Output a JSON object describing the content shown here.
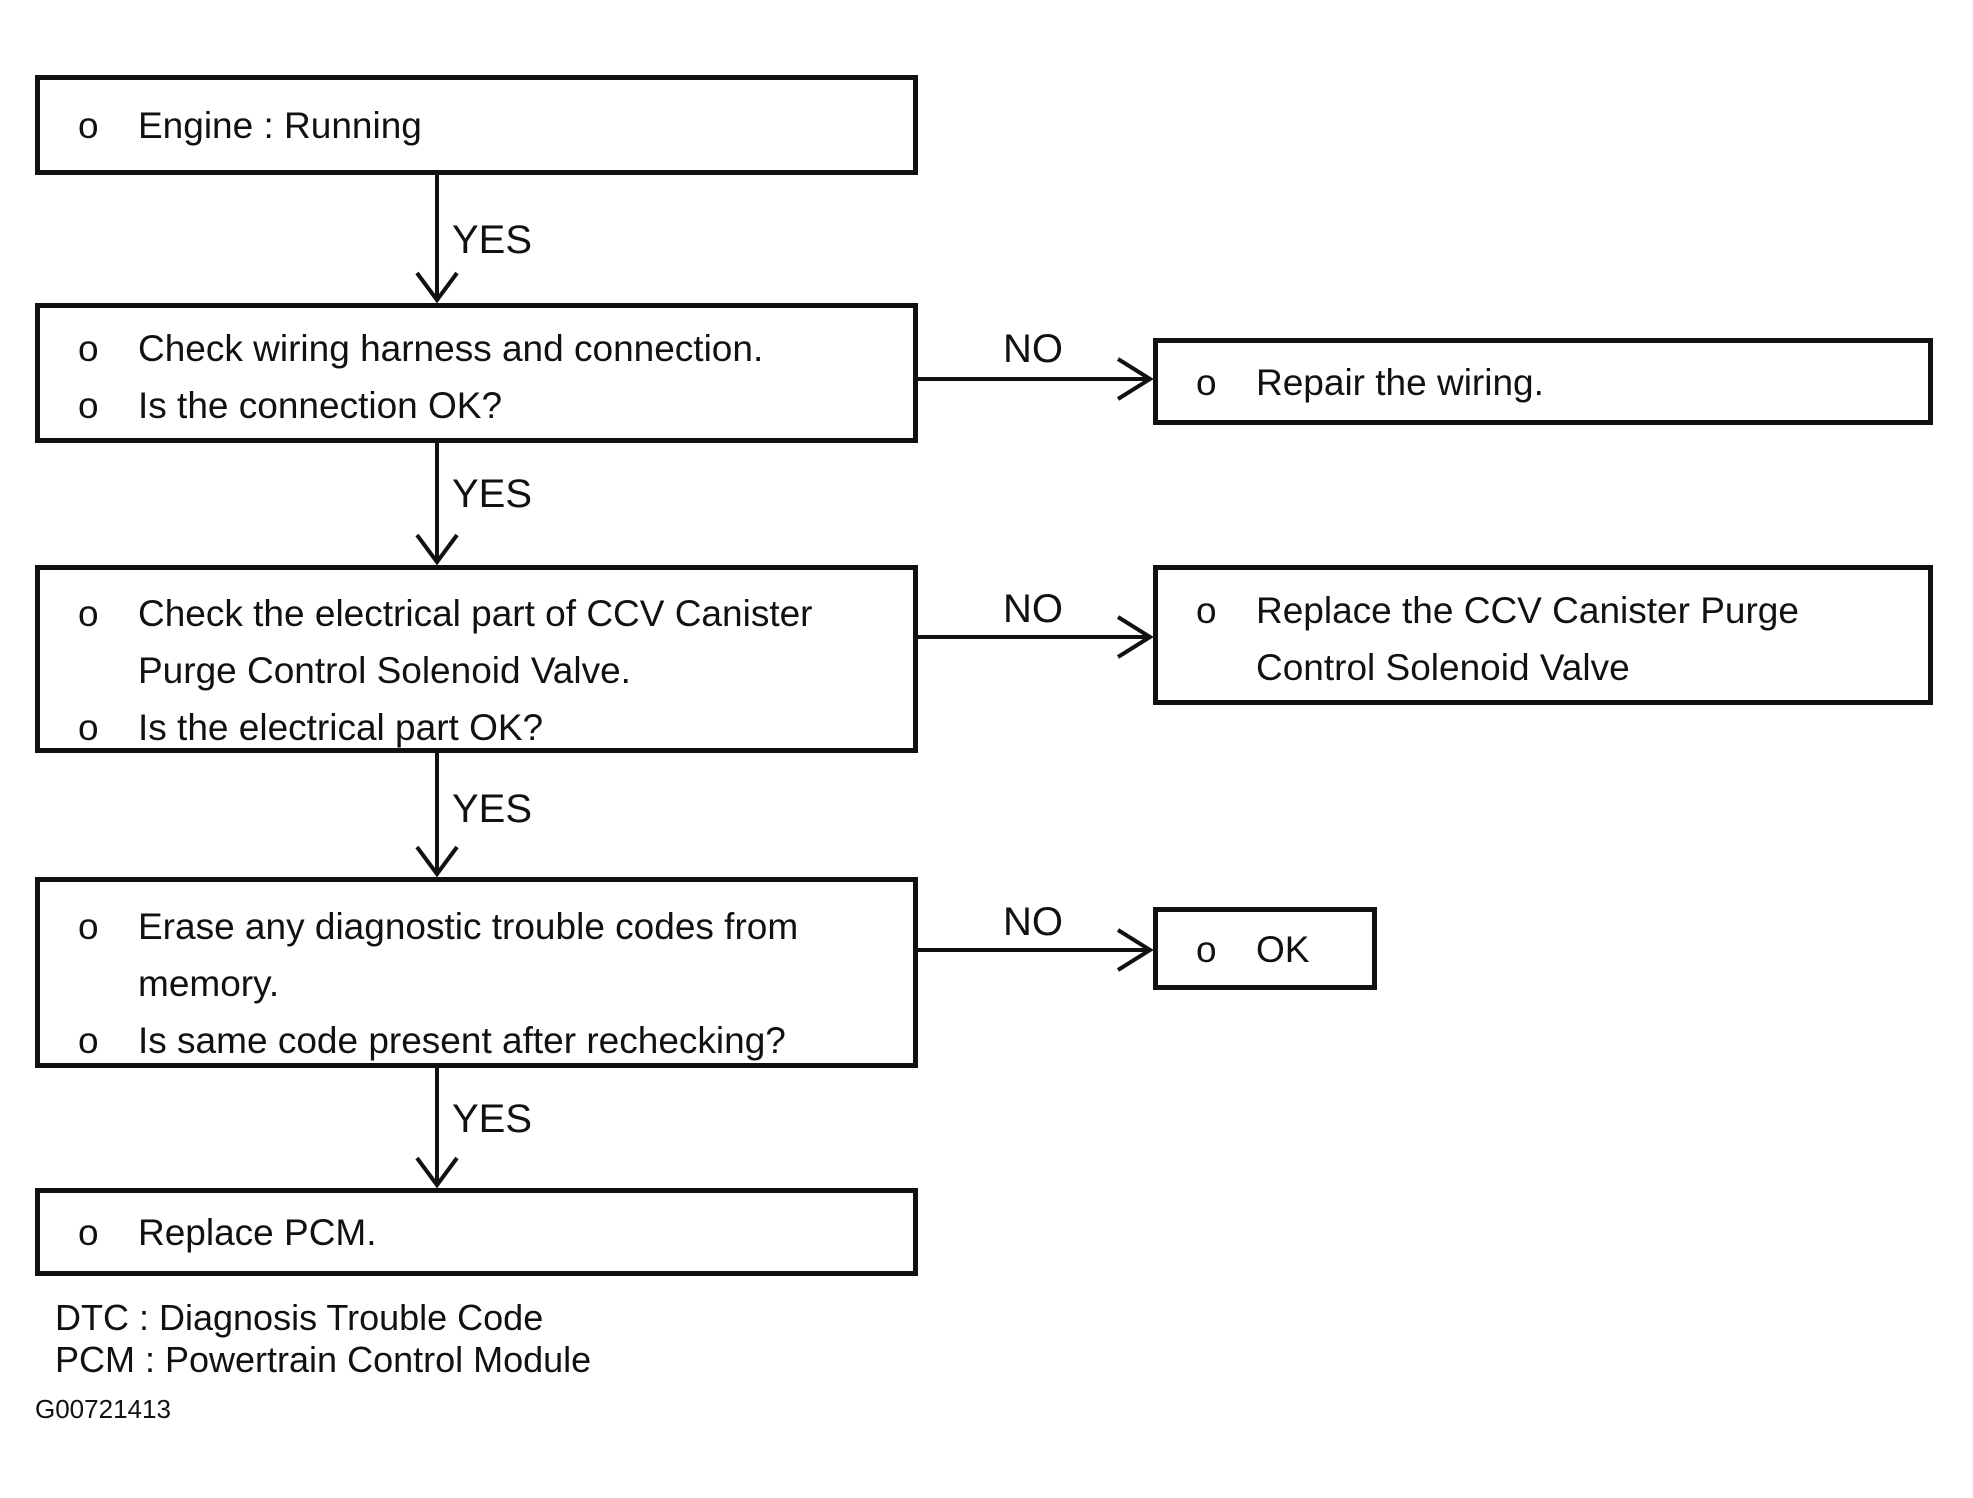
{
  "diagram": {
    "nodes": {
      "engine_running": {
        "lines": [
          {
            "bullet": "o",
            "text": "Engine : Running"
          }
        ]
      },
      "check_wiring": {
        "lines": [
          {
            "bullet": "o",
            "text": "Check wiring harness and connection."
          },
          {
            "bullet": "o",
            "text": "Is the connection OK?"
          }
        ]
      },
      "repair_wiring": {
        "lines": [
          {
            "bullet": "o",
            "text": "Repair the wiring."
          }
        ]
      },
      "check_electrical": {
        "lines": [
          {
            "bullet": "o",
            "text": "Check the electrical part of CCV Canister"
          },
          {
            "bullet": "",
            "text": "Purge Control Solenoid Valve."
          },
          {
            "bullet": "o",
            "text": "Is the electrical part OK?"
          }
        ]
      },
      "replace_valve": {
        "lines": [
          {
            "bullet": "o",
            "text": "Replace the CCV Canister Purge"
          },
          {
            "bullet": "",
            "text": "Control Solenoid Valve"
          }
        ]
      },
      "erase_codes": {
        "lines": [
          {
            "bullet": "o",
            "text": "Erase any diagnostic trouble codes from"
          },
          {
            "bullet": "",
            "text": "memory."
          },
          {
            "bullet": "o",
            "text": "Is same code present after rechecking?"
          }
        ]
      },
      "ok_result": {
        "lines": [
          {
            "bullet": "o",
            "text": "OK"
          }
        ]
      },
      "replace_pcm": {
        "lines": [
          {
            "bullet": "o",
            "text": "Replace PCM."
          }
        ]
      }
    },
    "edge_labels": {
      "yes1": "YES",
      "yes2": "YES",
      "yes3": "YES",
      "yes4": "YES",
      "no1": "NO",
      "no2": "NO",
      "no3": "NO"
    },
    "legend": {
      "dtc": "DTC : Diagnosis Trouble Code",
      "pcm": "PCM : Powertrain Control Module"
    },
    "figure_id": "G00721413",
    "colors": {
      "ink": "#111111",
      "background": "#ffffff"
    }
  }
}
